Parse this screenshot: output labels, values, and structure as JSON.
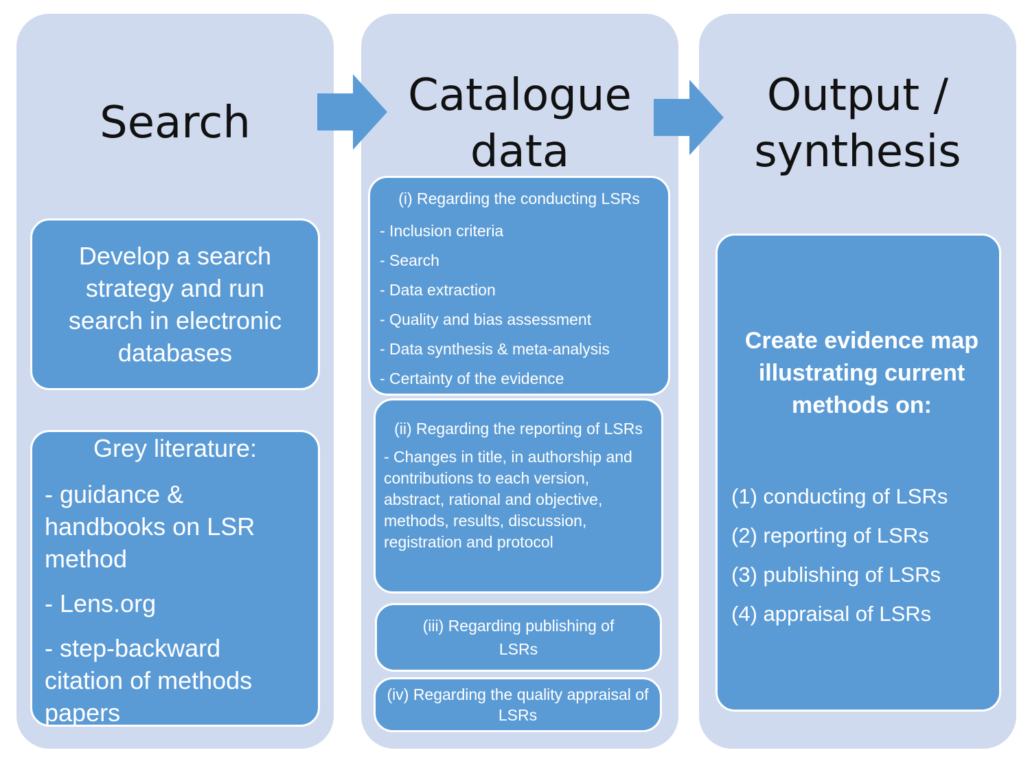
{
  "columns": {
    "search": {
      "title": "Search",
      "develop_box": "Develop a search strategy and run search in electronic databases",
      "grey_heading": "Grey literature:",
      "grey_items": [
        "- guidance & handbooks on LSR method",
        "- Lens.org",
        "- step-backward citation of methods papers"
      ]
    },
    "catalogue": {
      "title_line1": "Catalogue",
      "title_line2": "data",
      "conducting_heading": "(i) Regarding the conducting LSRs",
      "conducting_items": [
        "- Inclusion criteria",
        "- Search",
        "- Data extraction",
        "- Quality and bias assessment",
        "- Data synthesis & meta-analysis",
        "- Certainty of the evidence"
      ],
      "reporting_heading": "(ii) Regarding the reporting of LSRs",
      "reporting_body": "- Changes in title, in authorship and contributions to each version, abstract, rational and objective, methods, results, discussion, registration and protocol",
      "publishing": "(iii) Regarding publishing of LSRs",
      "appraisal": "(iv) Regarding the quality appraisal of LSRs"
    },
    "output": {
      "title_line1": "Output /",
      "title_line2": "synthesis",
      "heading": "Create evidence map illustrating current methods on:",
      "items": [
        "(1) conducting of LSRs",
        "(2) reporting of LSRs",
        "(3) publishing of LSRs",
        "(4) appraisal of LSRs"
      ]
    }
  },
  "colors": {
    "column_bg": "#cfdaee",
    "box_fill": "#5b9bd5",
    "arrow_fill": "#5b9bd5",
    "title_text": "#111111",
    "box_text": "#ffffff"
  }
}
